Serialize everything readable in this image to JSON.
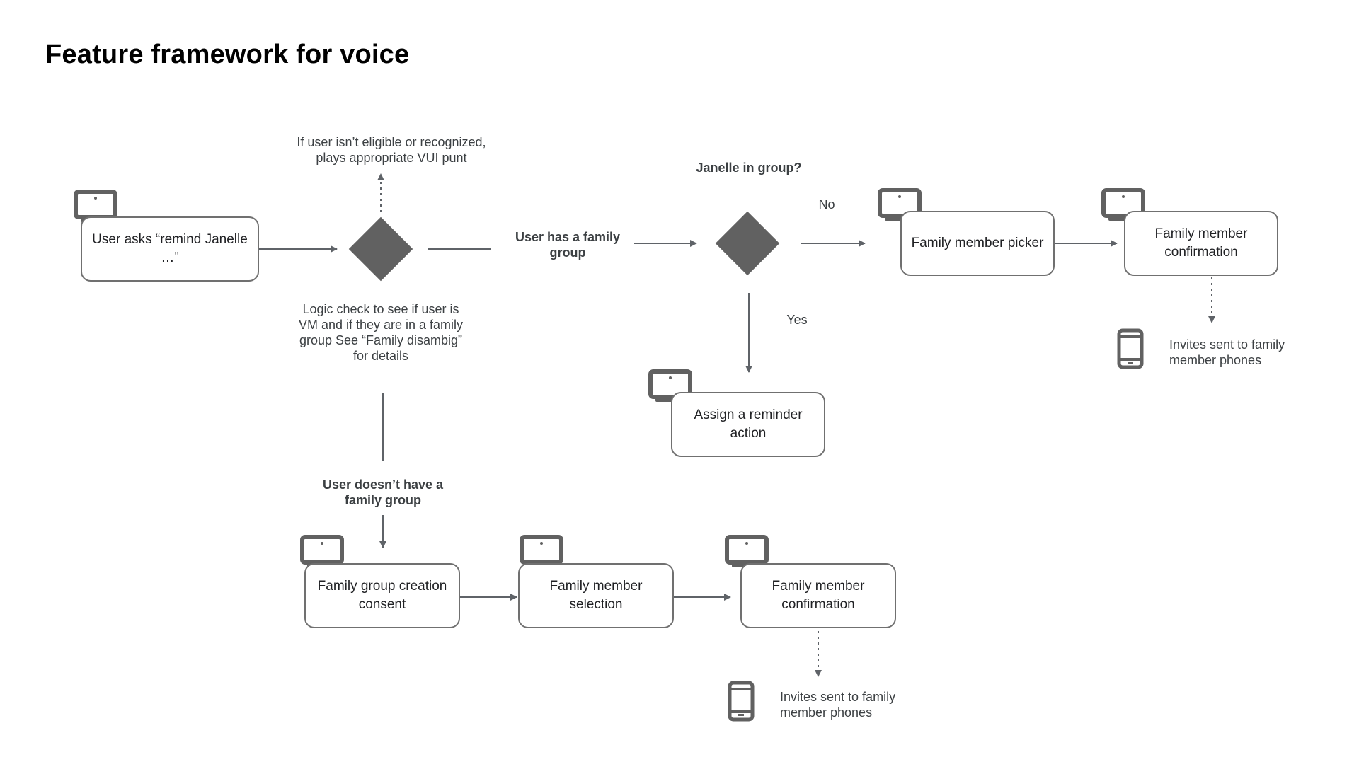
{
  "title": "Feature framework for voice",
  "nodes": {
    "start": "User asks “remind Janelle …”",
    "assign": "Assign a reminder action",
    "picker": "Family member picker",
    "confirm_top": "Family member confirmation",
    "consent": "Family group creation consent",
    "selection": "Family member selection",
    "confirm_bottom": "Family member confirmation"
  },
  "labels": {
    "punt": "If user isn’t eligible or recognized, plays appropriate VUI punt",
    "logic": "Logic check to see if user is VM and if they are in a family group See “Family disambig” for details",
    "has_group": "User has a family group",
    "janelle": "Janelle in group?",
    "no": "No",
    "yes": "Yes",
    "no_group": "User doesn’t have a family group",
    "invites_top": "Invites sent to family member phones",
    "invites_bottom": "Invites sent to family member phones"
  },
  "icons": {
    "device": "smart-display-icon",
    "phone": "phone-icon",
    "decision": "decision-diamond"
  },
  "colors": {
    "line": "#5f6368",
    "diamond": "#616161",
    "border": "#707070"
  }
}
